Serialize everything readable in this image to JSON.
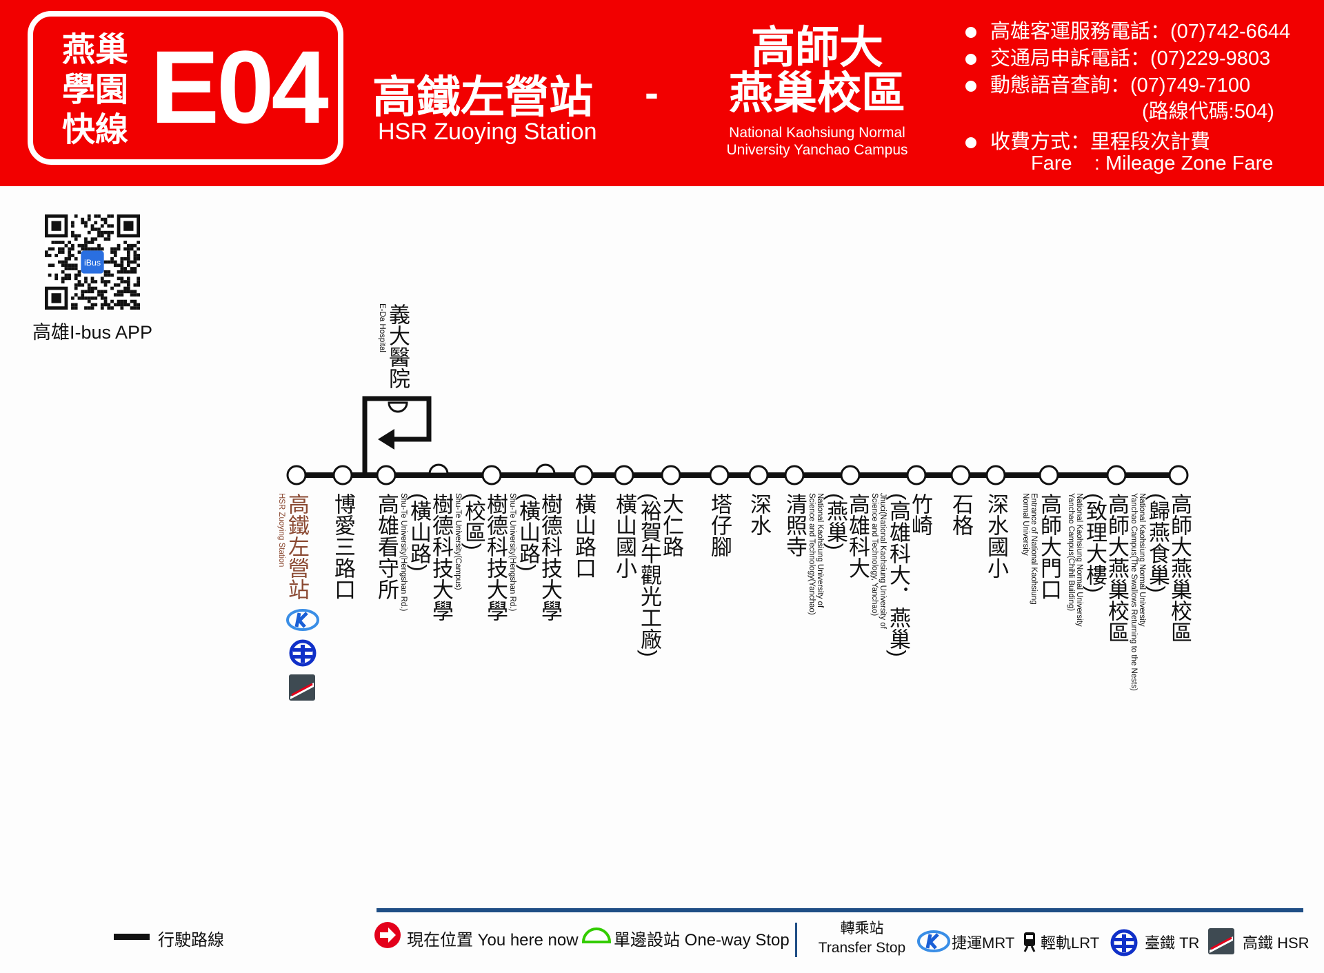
{
  "header": {
    "route_name_zh": "燕巢學園快線",
    "route_number": "E04",
    "from_zh": "高鐵左營站",
    "from_en": "HSR Zuoying Station",
    "separator": "-",
    "to_zh_1": "高師大",
    "to_zh_2": "燕巢校區",
    "to_en_1": "National Kaohsiung Normal",
    "to_en_2": "University Yanchao Campus",
    "info": [
      "高雄客運服務電話：(07)742-6644",
      "交通局申訴電話：(07)229-9803",
      "動態語音查詢：(07)749-7100",
      "(路線代碼:504)",
      "收費方式：里程段次計費",
      "Fare    : Mileage Zone Fare"
    ],
    "bg_color": "#f20000"
  },
  "qr": {
    "label": "高雄I-bus APP",
    "badge": "iBus"
  },
  "branch_stop": {
    "zh": "義大醫院",
    "en": "E-Da Hospital",
    "type": "one-way"
  },
  "stops": [
    {
      "zh": "高鐵左營站",
      "en": "HSR Zuoying Station",
      "type": "normal",
      "transfers": [
        "mrt",
        "tr",
        "hsr"
      ],
      "highlight": true
    },
    {
      "zh": "博愛三路口",
      "type": "normal"
    },
    {
      "zh": "高雄看守所",
      "type": "normal"
    },
    {
      "zh": "樹德科技大學",
      "zh2": "(橫山路)",
      "en": "Shu-Te University(Hengshan Rd.)",
      "type": "one-way"
    },
    {
      "zh": "樹德科技大學",
      "zh2": "(校區)",
      "en": "Shu-Te University(Campus)",
      "type": "normal"
    },
    {
      "zh": "樹德科技大學",
      "zh2": "(橫山路)",
      "en": "Shu-Te University(Hengshan Rd.)",
      "type": "one-way"
    },
    {
      "zh": "橫山路口",
      "type": "normal"
    },
    {
      "zh": "橫山國小",
      "type": "normal"
    },
    {
      "zh": "大仁路",
      "zh2": "(裕賀牛觀光工廠)",
      "type": "normal"
    },
    {
      "zh": "塔仔腳",
      "type": "normal"
    },
    {
      "zh": "深水",
      "type": "normal"
    },
    {
      "zh": "清照寺",
      "type": "normal"
    },
    {
      "zh": "高雄科大",
      "zh2": "(燕巢)",
      "en": "National Kaohsiung University of",
      "en2": "Science and Technology(Yanchao)",
      "type": "normal"
    },
    {
      "zh": "竹崎",
      "zh2": "(高雄科大．燕巢)",
      "en": "Jhuci(National Kaohsiung University of",
      "en2": "Science and Technology, Yanchao)",
      "type": "normal"
    },
    {
      "zh": "石格",
      "type": "normal"
    },
    {
      "zh": "深水國小",
      "type": "normal"
    },
    {
      "zh": "高師大門口",
      "en": "Entrance of National Kaohsiung",
      "en2": "Normal University",
      "type": "normal"
    },
    {
      "zh": "高師大燕巢校區",
      "zh2": "(致理大樓)",
      "en": "National Kaohsiung Normal University",
      "en2": "Yanchao Campus(Chihli Building)",
      "type": "normal"
    },
    {
      "zh": "高師大燕巢校區",
      "zh2": "(歸燕食巢)",
      "en": "National Kaohsiung Normal University",
      "en2": "Yanchao Campus(The Swallows Returning to the Nests)",
      "type": "normal"
    }
  ],
  "legend": {
    "route_line": "行駛路線",
    "you_here": "現在位置 You here now",
    "one_way": "單邊設站 One-way Stop",
    "transfer_zh": "轉乘站",
    "transfer_en": "Transfer Stop",
    "mrt": "捷運MRT",
    "lrt": "輕軌LRT",
    "tr": "臺鐵 TR",
    "hsr": "高鐵 HSR"
  },
  "colors": {
    "accent": "#f20000",
    "legend_bar": "#1f4e85",
    "one_way": "#33cc00",
    "highlight_label": "#8b4a33",
    "mrt": "#1a5fd6",
    "tr": "#1030c8"
  }
}
